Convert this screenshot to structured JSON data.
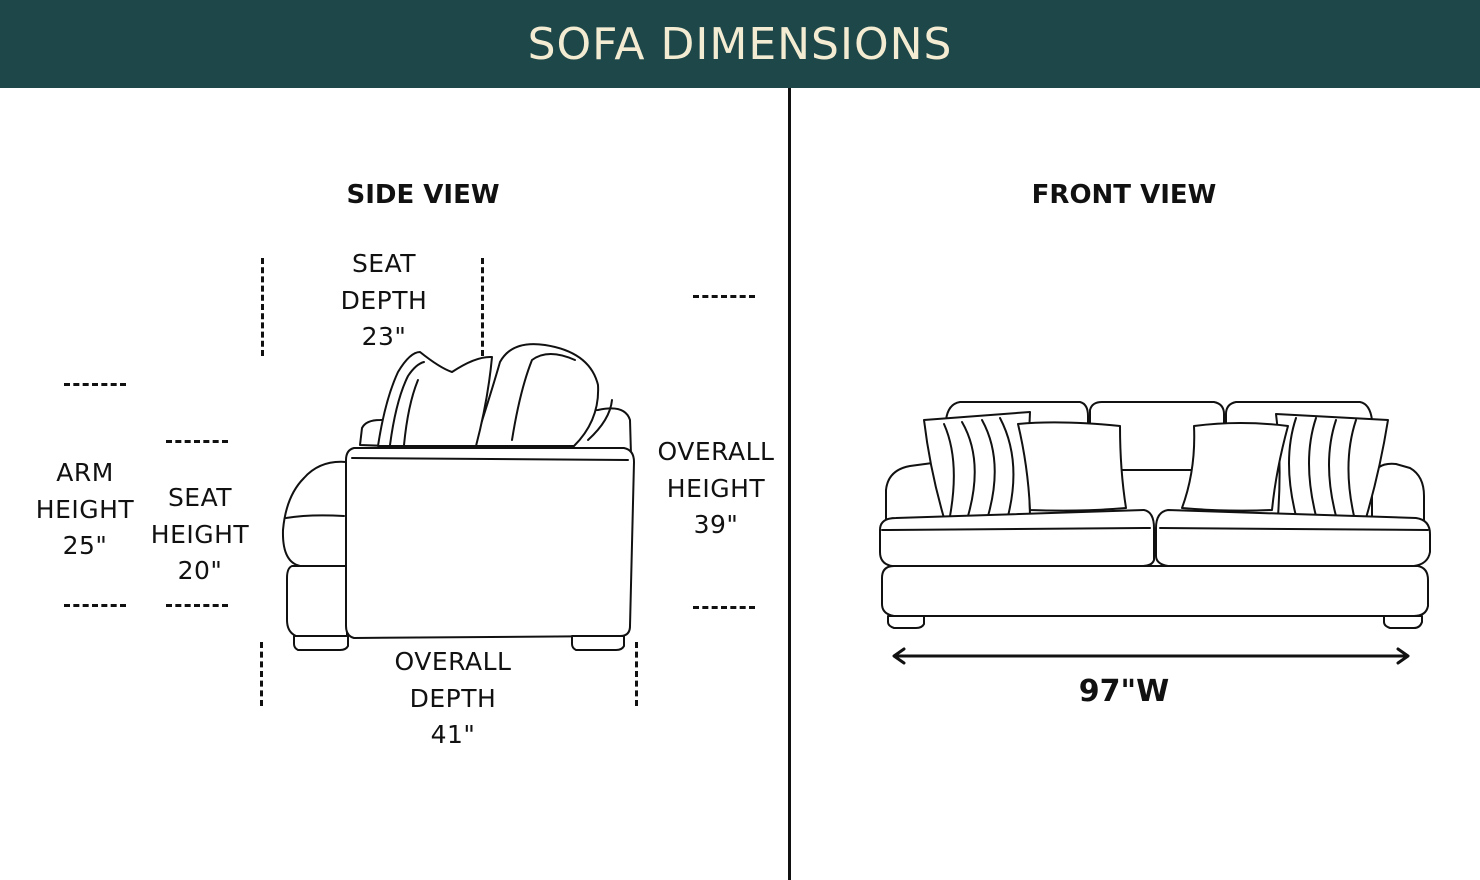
{
  "title": "SOFA DIMENSIONS",
  "side_view": {
    "title": "SIDE VIEW",
    "seat_depth": {
      "line1": "SEAT",
      "line2": "DEPTH",
      "value": "23\""
    },
    "arm_height": {
      "line1": "ARM",
      "line2": "HEIGHT",
      "value": "25\""
    },
    "seat_height": {
      "line1": "SEAT",
      "line2": "HEIGHT",
      "value": "20\""
    },
    "overall_height": {
      "line1": "OVERALL",
      "line2": "HEIGHT",
      "value": "39\""
    },
    "overall_depth": {
      "line1": "OVERALL",
      "line2": "DEPTH",
      "value": "41\""
    }
  },
  "front_view": {
    "title": "FRONT VIEW",
    "width": "97\"W"
  },
  "colors": {
    "header_bg": "#1e4749",
    "header_text": "#f3ecd2",
    "line": "#111111"
  }
}
